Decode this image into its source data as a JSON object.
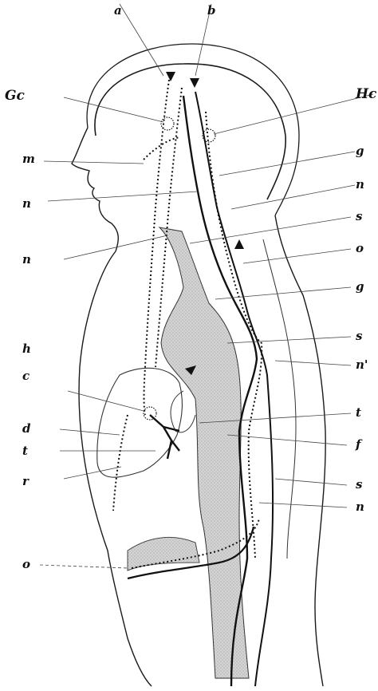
{
  "labels": {
    "a": "a",
    "b": "b",
    "Gc": "Gc",
    "Hc": "Hc",
    "m": "m",
    "n_left_1": "n",
    "n_left_2": "n",
    "h": "h",
    "c": "c",
    "d": "d",
    "t_left": "t",
    "r": "r",
    "o_left": "o",
    "g_right_1": "g",
    "n_right_1": "n",
    "s_right_1": "s",
    "o_right": "o",
    "g_right_2": "g",
    "s_right_2": "s",
    "n_right_2": "n'",
    "t_right": "t",
    "f": "f",
    "s_right_3": "s",
    "n_right_3": "n"
  },
  "colors": {
    "ink": "#1a1a1a",
    "shade": "#c9c9c9",
    "paper": "#ffffff"
  }
}
